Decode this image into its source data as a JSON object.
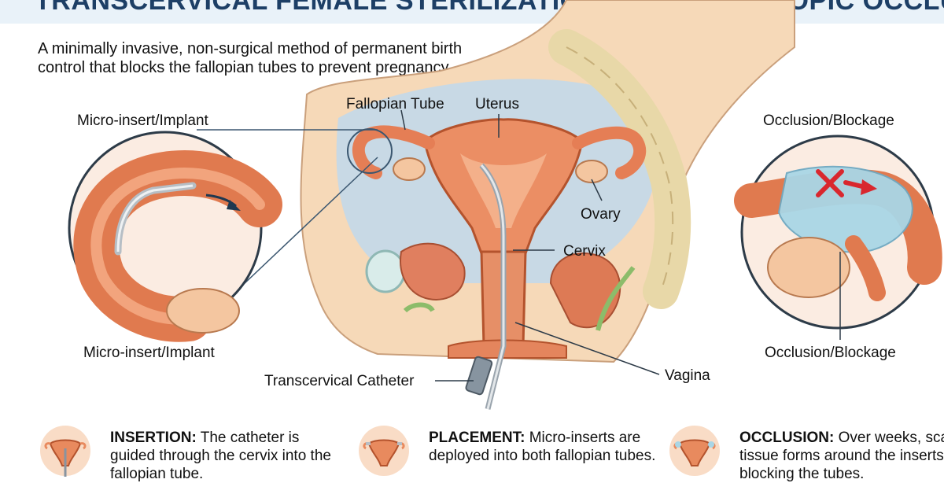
{
  "title": "TRANSCERVICAL FEMALE STERILIZATION (HYSTEROSCOPIC OCCLUSION)",
  "intro": "A minimally invasive, non-surgical method of permanent birth control that blocks the fallopian tubes to prevent pregnancy.",
  "labels": {
    "fallopian_tube": "Fallopian Tube",
    "uterus": "Uterus",
    "ovary": "Ovary",
    "cervix": "Cervix",
    "vagina": "Vagina",
    "catheter": "Transcervical Catheter",
    "micro_insert_top": "Micro-insert/Implant",
    "micro_insert_bottom": "Micro-insert/Implant",
    "occlusion_top": "Occlusion/Blockage",
    "occlusion_bottom": "Occlusion/Blockage"
  },
  "steps": [
    {
      "heading": "INSERTION:",
      "text": "The catheter is guided through the cervix into the fallopian tube."
    },
    {
      "heading": "PLACEMENT:",
      "text": "Micro-inserts are deployed into both fallopian tubes."
    },
    {
      "heading": "OCCLUSION:",
      "text": "Over weeks, scar tissue forms around the inserts, blocking the tubes."
    }
  ],
  "colors": {
    "title": "#1d3f66",
    "tissue": "#e88a5e",
    "tissue_dark": "#b4532d",
    "skin": "#f6d9b8",
    "fluid": "#bfd8ec",
    "blockage": "#a9d6e6",
    "cross": "#d9272e"
  }
}
